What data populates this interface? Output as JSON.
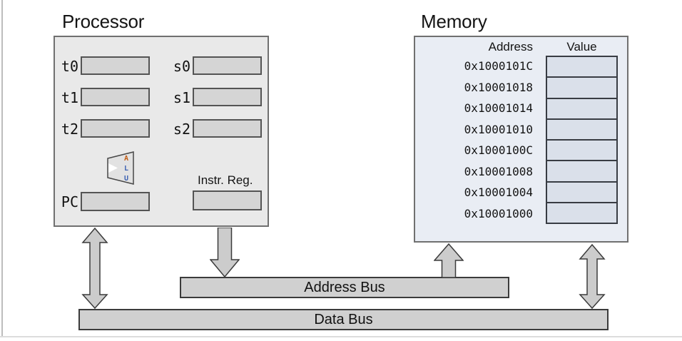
{
  "processor": {
    "title": "Processor",
    "registers": [
      {
        "label": "t0"
      },
      {
        "label": "t1"
      },
      {
        "label": "t2"
      },
      {
        "label": "s0"
      },
      {
        "label": "s1"
      },
      {
        "label": "s2"
      }
    ],
    "pc_label": "PC",
    "instr_reg_label": "Instr. Reg.",
    "alu": {
      "letters": [
        "A",
        "L",
        "U"
      ],
      "letter_colors": [
        "#c05a11",
        "#3f63b3",
        "#3f63b3"
      ]
    }
  },
  "memory": {
    "title": "Memory",
    "headers": {
      "address": "Address",
      "value": "Value"
    },
    "rows": [
      {
        "address": "0x1000101C",
        "value": ""
      },
      {
        "address": "0x10001018",
        "value": ""
      },
      {
        "address": "0x10001014",
        "value": ""
      },
      {
        "address": "0x10001010",
        "value": ""
      },
      {
        "address": "0x1000100C",
        "value": ""
      },
      {
        "address": "0x10001008",
        "value": ""
      },
      {
        "address": "0x10001004",
        "value": ""
      },
      {
        "address": "0x10001000",
        "value": ""
      }
    ]
  },
  "buses": {
    "address_bus": {
      "label": "Address Bus"
    },
    "data_bus": {
      "label": "Data Bus"
    }
  },
  "colors": {
    "processor_fill": "#e9e9e9",
    "memory_fill": "#e9edf4",
    "register_fill": "#d5d5d5",
    "memory_cell_fill": "#dae0ea",
    "bus_fill": "#d0d0d0",
    "arrow_fill": "#cccccc",
    "outline_dark": "#3b3b3b"
  }
}
